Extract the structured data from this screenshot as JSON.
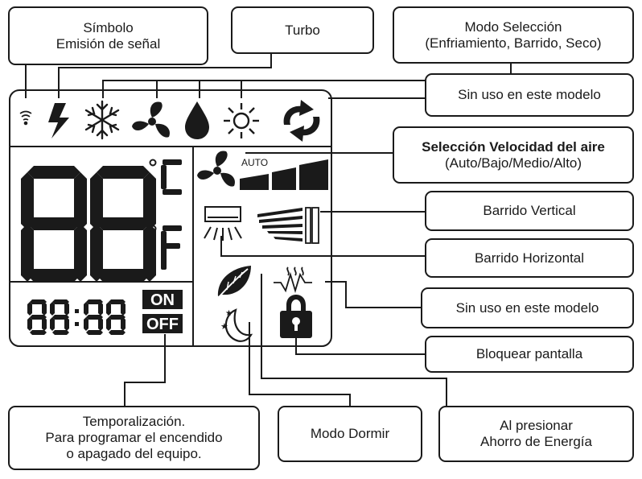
{
  "labels": {
    "signal": [
      "Símbolo",
      "Emisión de señal"
    ],
    "turbo": [
      "Turbo"
    ],
    "mode": [
      "Modo Selección",
      "(Enfriamiento, Barrido, Seco)"
    ],
    "unused_1": [
      "Sin uso en este modelo"
    ],
    "fan_speed_title": "Selección Velocidad del aire",
    "fan_speed_sub": "(Auto/Bajo/Medio/Alto)",
    "vertical_swing": [
      "Barrido Vertical"
    ],
    "horizontal_swing": [
      "Barrido Horizontal"
    ],
    "unused_2": [
      "Sin uso en este modelo"
    ],
    "lock": [
      "Bloquear pantalla"
    ],
    "timer": [
      "Temporalización.",
      "Para programar el encendido",
      "o apagado del equipo."
    ],
    "sleep": [
      "Modo Dormir"
    ],
    "eco": [
      "Al presionar",
      "Ahorro de Energía"
    ]
  },
  "display": {
    "auto_text": "AUTO",
    "celsius": "°C",
    "fahrenheit": "°F",
    "on": "ON",
    "off": "OFF"
  },
  "colors": {
    "ink": "#1a1a1a",
    "background": "#ffffff"
  }
}
